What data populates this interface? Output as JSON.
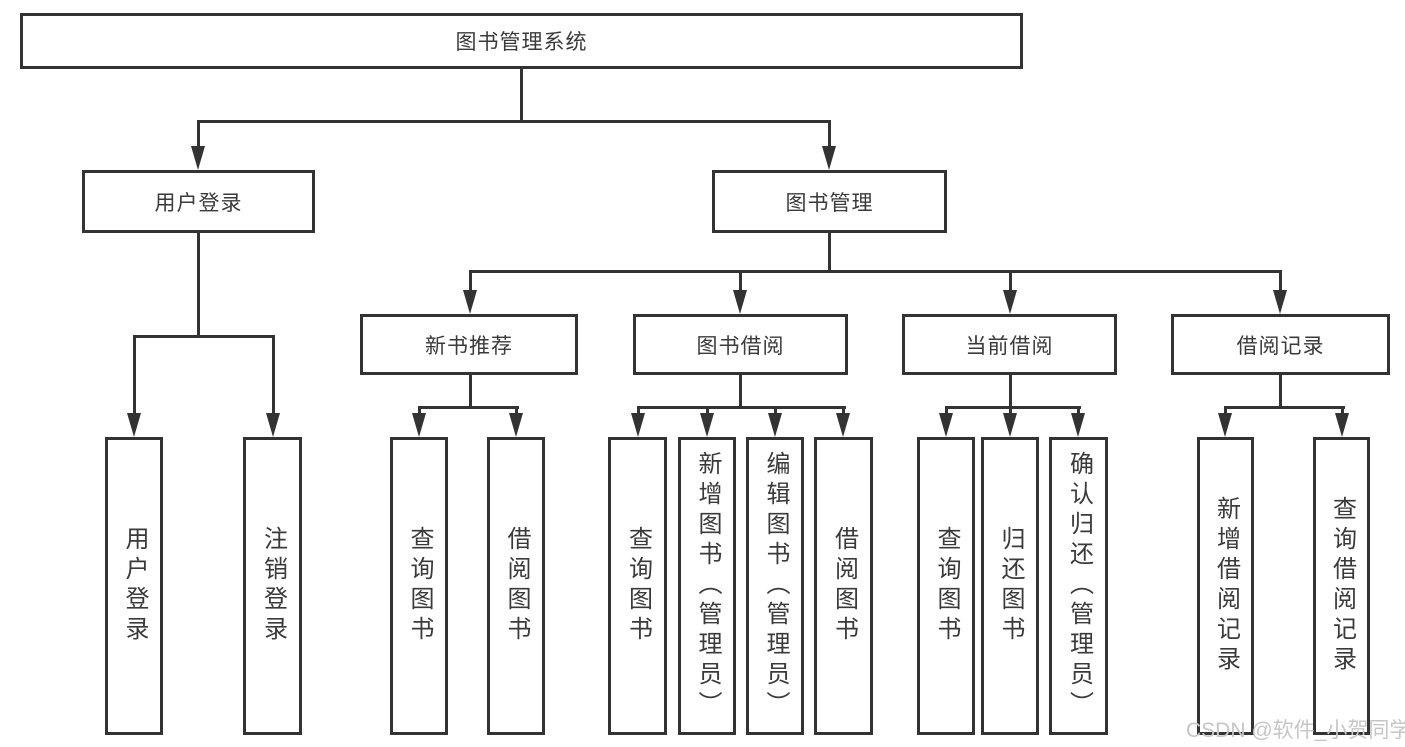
{
  "tree": {
    "root": {
      "label": "图书管理系统",
      "children": [
        {
          "label": "用户登录",
          "children": [
            {
              "label": "用户登录"
            },
            {
              "label": "注销登录"
            }
          ]
        },
        {
          "label": "图书管理",
          "children": [
            {
              "label": "新书推荐",
              "children": [
                {
                  "label": "查询图书"
                },
                {
                  "label": "借阅图书"
                }
              ]
            },
            {
              "label": "图书借阅",
              "children": [
                {
                  "label": "查询图书"
                },
                {
                  "label": "新增图书（管理员）"
                },
                {
                  "label": "编辑图书（管理员）"
                },
                {
                  "label": "借阅图书"
                }
              ]
            },
            {
              "label": "当前借阅",
              "children": [
                {
                  "label": "查询图书"
                },
                {
                  "label": "归还图书"
                },
                {
                  "label": "确认归还（管理员）"
                }
              ]
            },
            {
              "label": "借阅记录",
              "children": [
                {
                  "label": "新增借阅记录"
                },
                {
                  "label": "查询借阅记录"
                }
              ]
            }
          ]
        }
      ]
    }
  },
  "watermark": {
    "text": "CSDN @软件_小贺同学"
  },
  "colors": {
    "line": "#333333",
    "text": "#3a3a3a",
    "watermark": "#c6c6c6",
    "background": "#ffffff"
  }
}
